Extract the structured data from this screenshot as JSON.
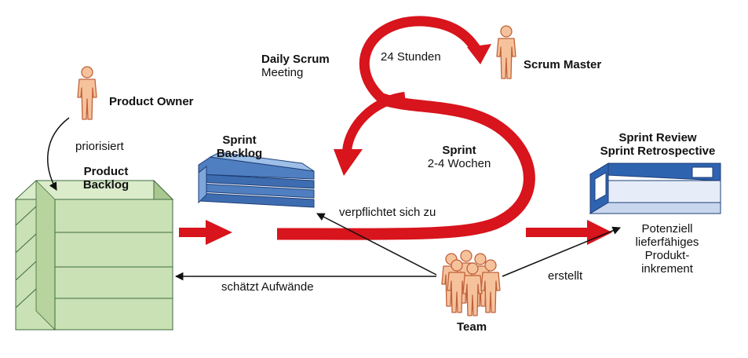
{
  "roles": {
    "product_owner": "Product Owner",
    "scrum_master": "Scrum Master",
    "team": "Team"
  },
  "artifacts": {
    "product_backlog_line1": "Product",
    "product_backlog_line2": "Backlog",
    "sprint_backlog_line1": "Sprint",
    "sprint_backlog_line2": "Backlog",
    "increment_line1": "Potenziell",
    "increment_line2": "lieferfähiges",
    "increment_line3": "Produkt-",
    "increment_line4": "inkrement"
  },
  "events": {
    "daily_scrum_title": "Daily Scrum",
    "daily_scrum_sub": "Meeting",
    "daily_interval": "24 Stunden",
    "sprint_title": "Sprint",
    "sprint_duration": "2-4 Wochen",
    "review_title": "Sprint Review",
    "retro_title": "Sprint Retrospective"
  },
  "relations": {
    "prioritizes": "priorisiert",
    "commits": "verpflichtet sich zu",
    "estimates": "schätzt Aufwände",
    "creates": "erstellt"
  },
  "colors": {
    "red": "#d8141c",
    "backlog_green": "#c9e1b4",
    "sprint_blue": "#4f7fc0",
    "increment_blue": "#2e63b0",
    "person_skin": "#f6c29c",
    "person_outline": "#c0623a"
  }
}
